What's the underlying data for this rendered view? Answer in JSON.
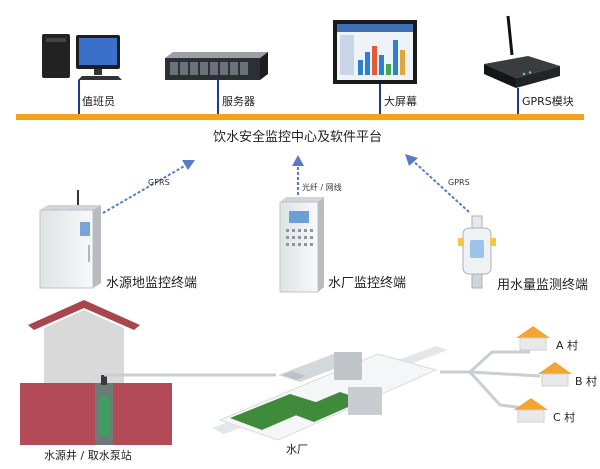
{
  "devices": {
    "duty_operator": "值班员",
    "server": "服务器",
    "big_screen": "大屏幕",
    "gprs_module": "GPRS模块"
  },
  "platform_title": "饮水安全监控中心及软件平台",
  "links": {
    "left": "GPRS",
    "middle": "光纤 / 网线",
    "right": "GPRS"
  },
  "terminals": {
    "source": "水源地监控终端",
    "plant": "水厂监控终端",
    "meter": "用水量监测终端"
  },
  "sites": {
    "well": "水源井 / 取水泵站",
    "plant": "水厂"
  },
  "villages": [
    "A 村",
    "B 村",
    "C 村"
  ],
  "colors": {
    "bus": "#f5a21b",
    "arrow": "#5a79c8",
    "soil": "#b24a58",
    "roof": "#a8454d",
    "green": "#3f8a3b",
    "village_roof": "#f3a531"
  }
}
